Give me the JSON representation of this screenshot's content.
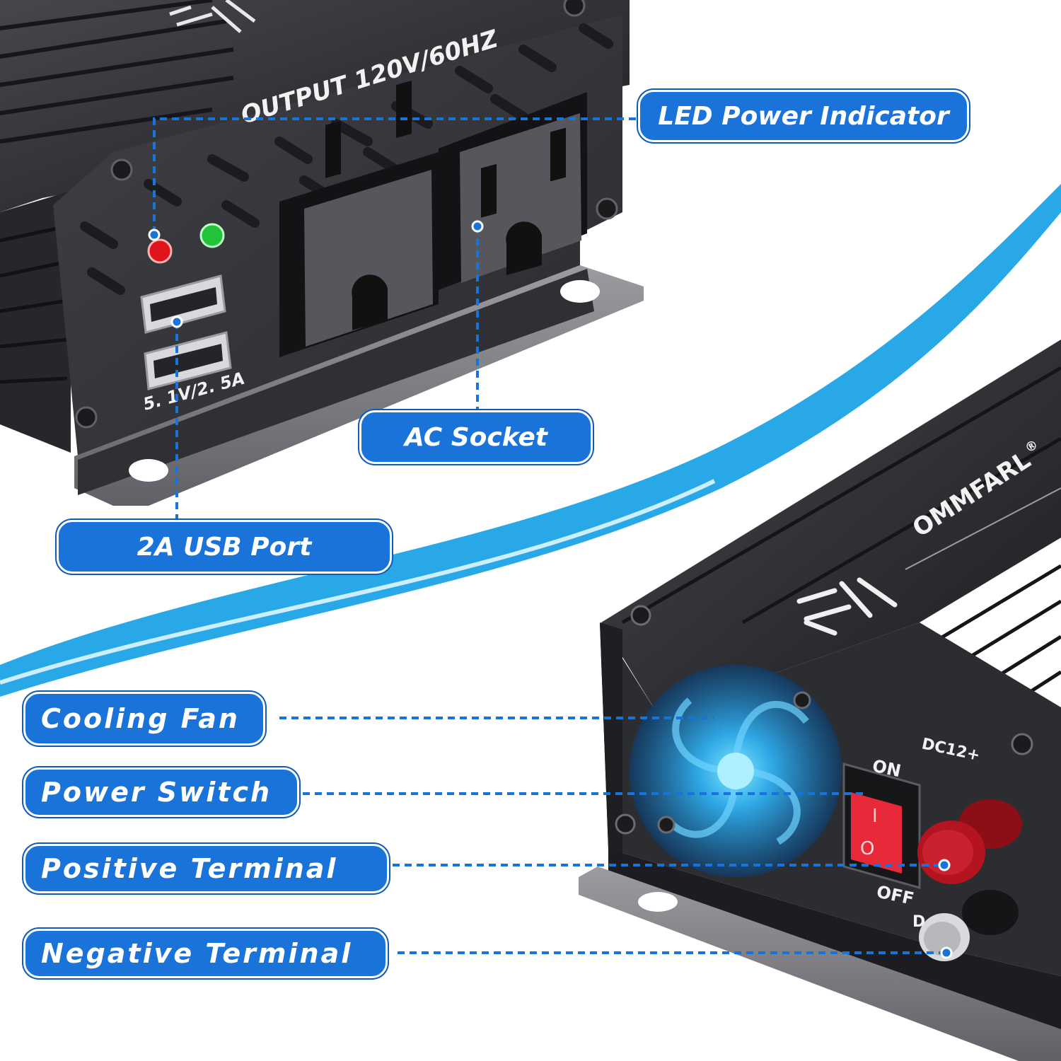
{
  "device_top": {
    "output_label": "OUTPUT  120V/60HZ",
    "usb_spec": "5. 1V/2. 5A"
  },
  "device_bottom": {
    "brand": "OMMFARL",
    "registered_mark": "®",
    "on_label": "ON",
    "off_label": "OFF",
    "switch_on_glyph": "I",
    "switch_off_glyph": "O",
    "dc_positive_label": "DC12+",
    "dc_negative_label": "D"
  },
  "callouts": {
    "led_power_indicator": "LED Power Indicator",
    "ac_socket": "AC Socket",
    "usb_port": "2A USB Port",
    "cooling_fan": "Cooling Fan",
    "power_switch": "Power Switch",
    "positive_terminal": "Positive Terminal",
    "negative_terminal": "Negative Terminal"
  },
  "colors": {
    "callout_fill": "#1a73d9",
    "leader_line": "#1a73d9",
    "swoosh": "#29a8e8",
    "device_body": "#2b2c30",
    "led_red": "#e0141b",
    "led_green": "#22c23a",
    "switch_red": "#e8293a",
    "terminal_red": "#b3141f",
    "fan_glow": "#38b6f0"
  }
}
